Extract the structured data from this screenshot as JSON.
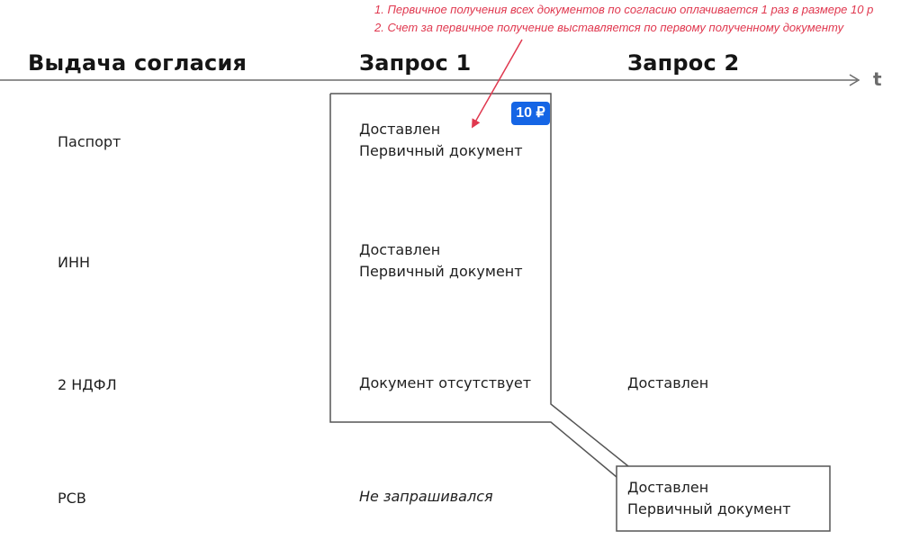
{
  "notes": [
    "1. Первичное получения всех документов по согласию оплачивается 1 раз в размере 10 р",
    "2. Счет за первичное получение выставляется по первому полученному документу"
  ],
  "headers": {
    "title": "Выдача согласия",
    "request1": "Запрос 1",
    "request2": "Запрос 2",
    "time_axis": "t"
  },
  "badge": "10 ₽",
  "rows": [
    {
      "label": "Паспорт",
      "request1": [
        "Доставлен",
        "Первичный документ"
      ],
      "request2": []
    },
    {
      "label": "ИНН",
      "request1": [
        "Доставлен",
        "Первичный документ"
      ],
      "request2": []
    },
    {
      "label": "2 НДФЛ",
      "request1": [
        "Документ отсутствует"
      ],
      "request2": [
        "Доставлен"
      ]
    },
    {
      "label": "РСВ",
      "request1": [
        "Не запрашивался"
      ],
      "request2": [
        "Доставлен",
        "Первичный документ"
      ]
    }
  ],
  "colors": {
    "accent_red": "#e0384f",
    "badge_blue": "#1565e5",
    "outline": "#555555"
  },
  "icons": [
    "arrow-right-icon",
    "arrow-pointer-icon"
  ]
}
